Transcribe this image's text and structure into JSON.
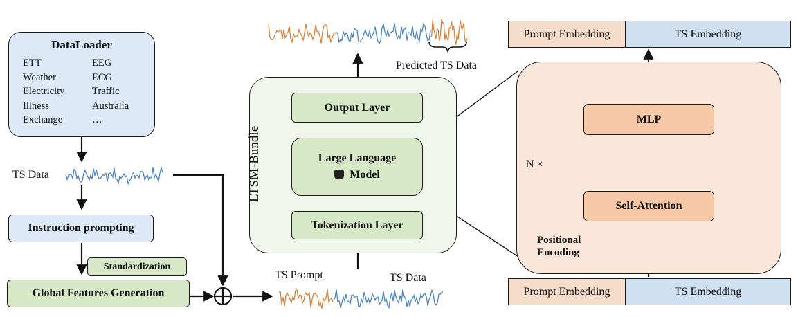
{
  "dataloader": {
    "title": "DataLoader",
    "datasets_left": [
      "ETT",
      "Weather",
      "Electricity",
      "Illness",
      "Exchange"
    ],
    "datasets_right": [
      "EEG",
      "ECG",
      "Traffic",
      "Australia",
      "…"
    ]
  },
  "ts_data_label": "TS Data",
  "instruction_label": "Instruction prompting",
  "standardization_label": "Standardization",
  "global_features_label": "Global Features Generation",
  "ts_prompt_label": "TS Prompt",
  "ts_data_bottom_label": "TS Data",
  "bundle": {
    "name": "LTSM-Bundle",
    "output_layer": "Output Layer",
    "llm_line1": "Large Language",
    "llm_line2": "Model",
    "tokenization_layer": "Tokenization Layer"
  },
  "predicted_label": "Predicted TS Data",
  "transformer": {
    "top_prompt_embedding": "Prompt Embedding",
    "top_ts_embedding": "TS Embedding",
    "mlp": "MLP",
    "self_attention": "Self-Attention",
    "repeat_label": "N ×",
    "positional_line1": "Positional",
    "positional_line2": "Encoding",
    "bottom_prompt_embedding": "Prompt Embedding",
    "bottom_ts_embedding": "TS Embedding"
  },
  "colors": {
    "blue_fill": "#dde9f7",
    "green_fill": "#d7e8c6",
    "peach_fill": "#fbe7da",
    "orange_fill": "#f6c8a6",
    "wave_blue": "#4a86c5",
    "wave_orange": "#d9823a"
  }
}
